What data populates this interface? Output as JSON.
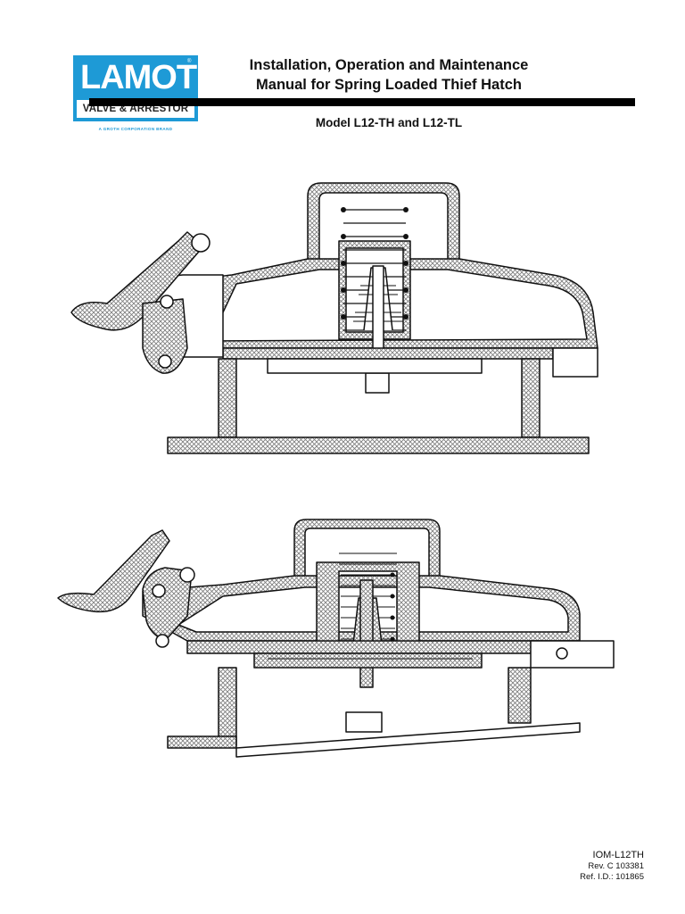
{
  "header": {
    "logo": {
      "brand": "LAMOT",
      "subtitle": "VALVE & ARRESTOR",
      "tagline": "A GROTH CORPORATION BRAND",
      "brand_color": "#1e9ad6"
    },
    "title_line1": "Installation, Operation and Maintenance",
    "title_line2": "Manual for Spring Loaded Thief Hatch",
    "model": "Model L12-TH and L12-TL"
  },
  "drawings": [
    {
      "icon": "thief-hatch-cross-section-outline",
      "hatch_color": "#7a7a7a"
    },
    {
      "icon": "thief-hatch-cross-section-open",
      "hatch_color": "#7a7a7a"
    }
  ],
  "footer": {
    "doc_code": "IOM-L12TH",
    "revision": "Rev. C  103381",
    "reference": "Ref. I.D.: 101865"
  }
}
